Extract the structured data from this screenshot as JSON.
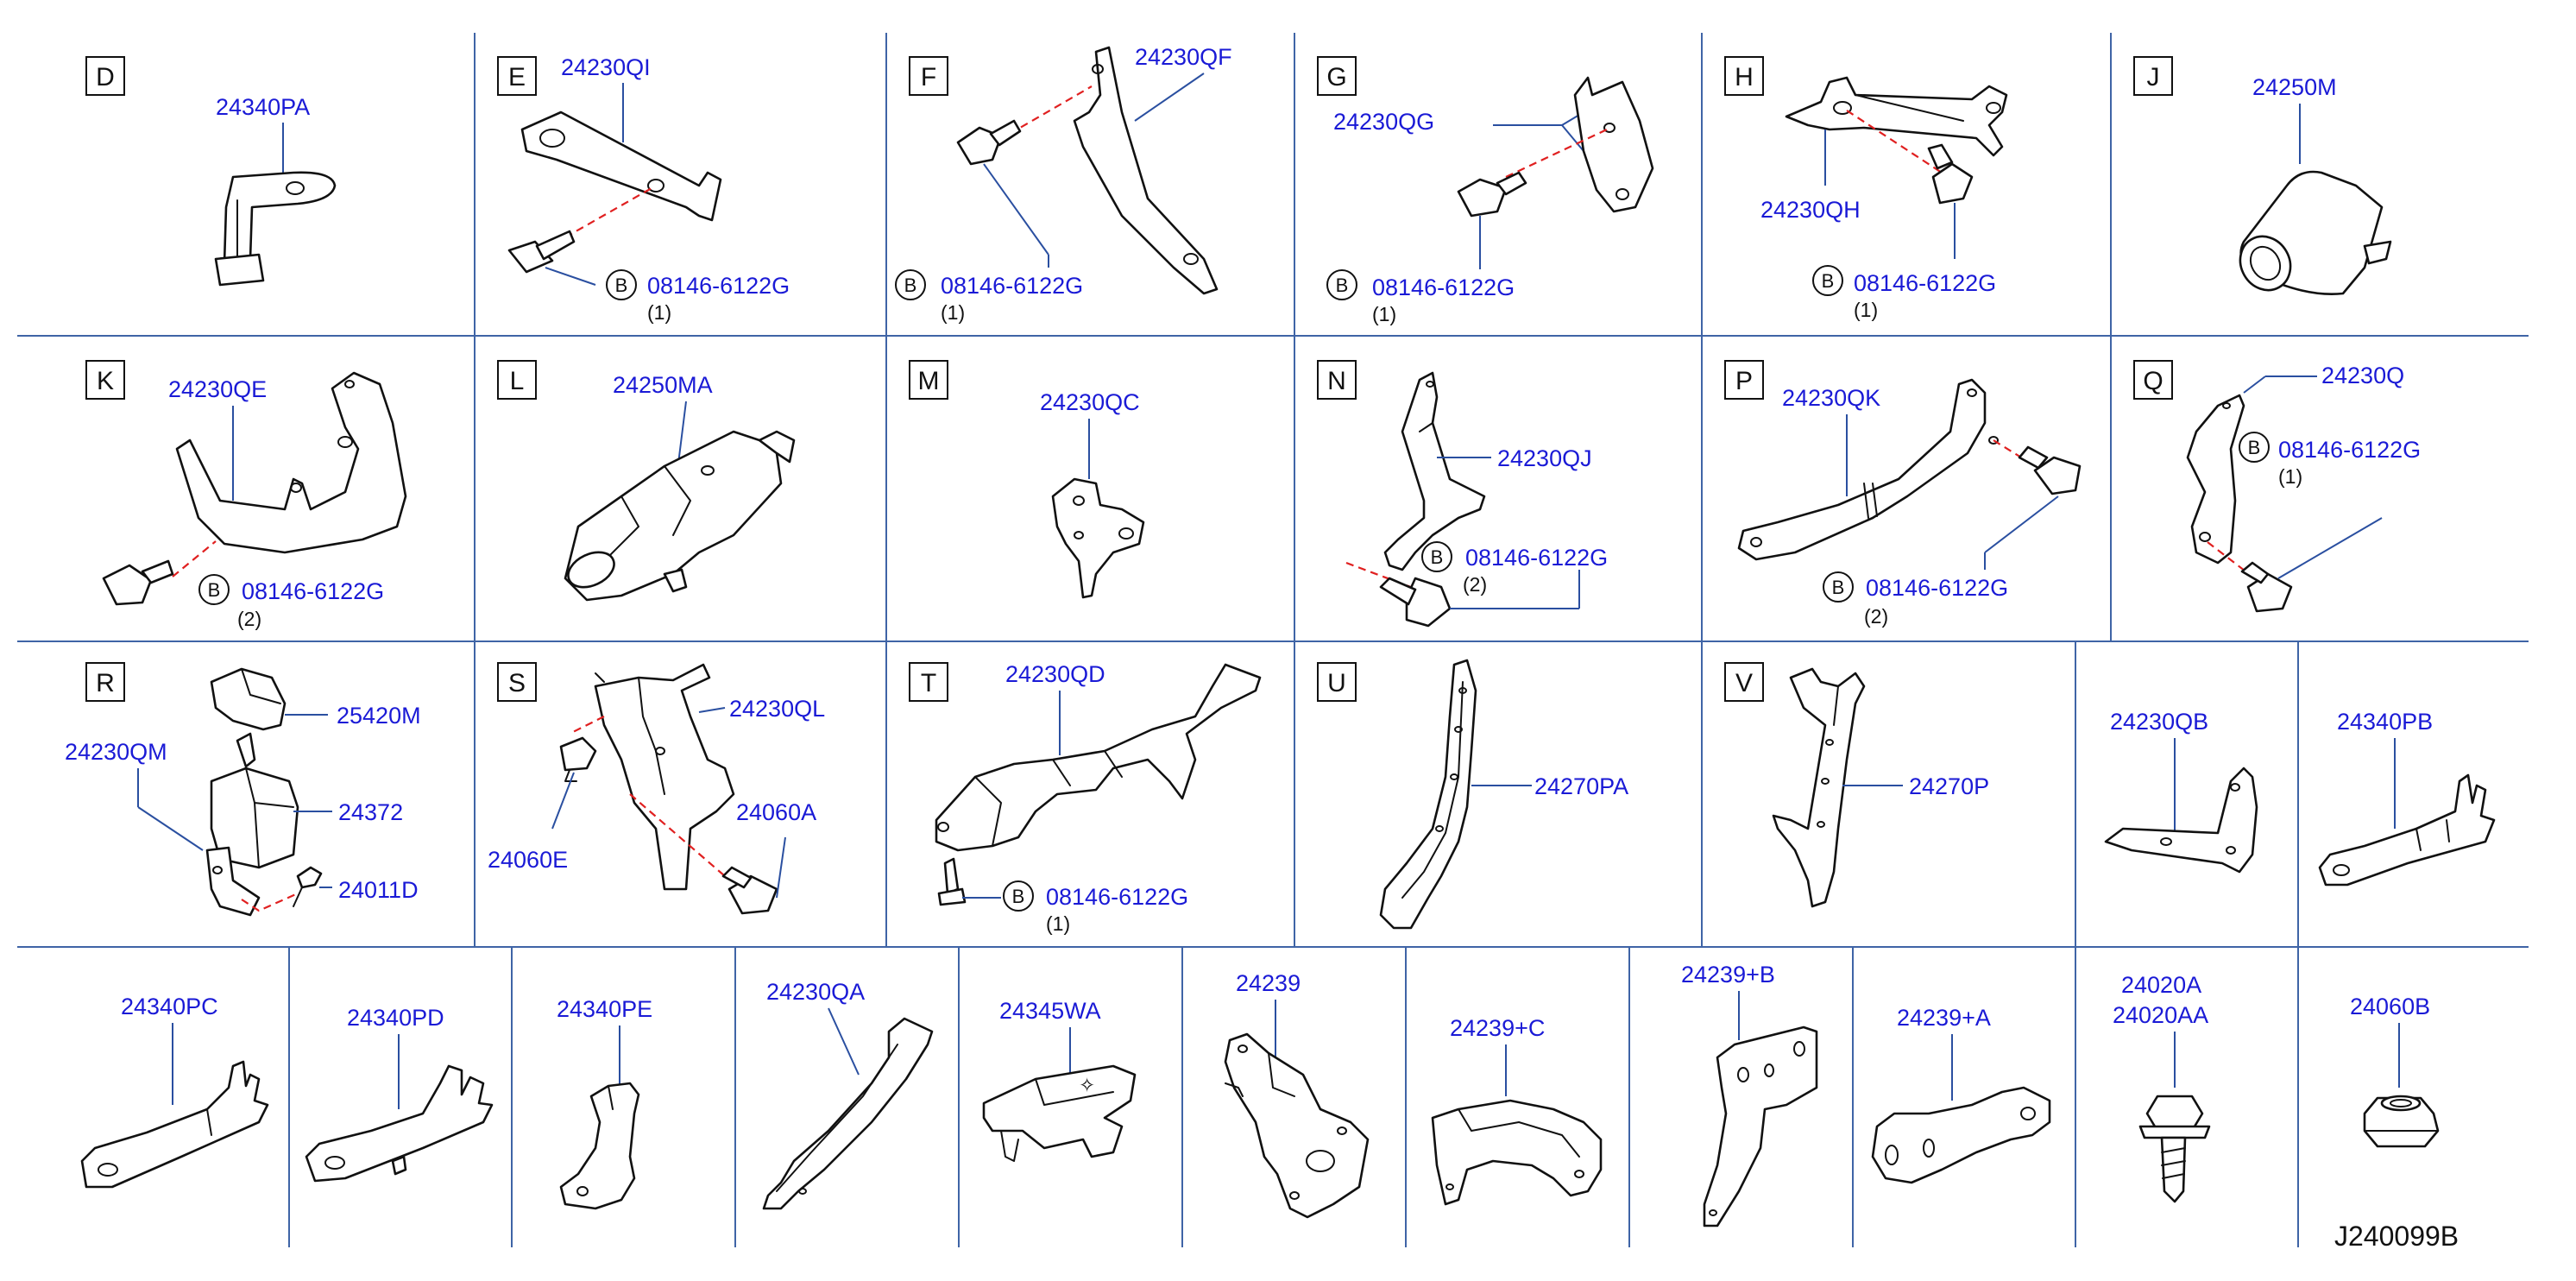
{
  "diagram_code": "J240099B",
  "bolt_symbol": "B",
  "panels": {
    "D": {
      "letter": "D",
      "parts": [
        "24340PA"
      ]
    },
    "E": {
      "letter": "E",
      "parts": [
        "24230QI",
        "08146-6122G"
      ],
      "qty": "(1)"
    },
    "F": {
      "letter": "F",
      "parts": [
        "24230QF",
        "08146-6122G"
      ],
      "qty": "(1)"
    },
    "G": {
      "letter": "G",
      "parts": [
        "24230QG",
        "08146-6122G"
      ],
      "qty": "(1)"
    },
    "H": {
      "letter": "H",
      "parts": [
        "24230QH",
        "08146-6122G"
      ],
      "qty": "(1)"
    },
    "J": {
      "letter": "J",
      "parts": [
        "24250M"
      ]
    },
    "K": {
      "letter": "K",
      "parts": [
        "24230QE",
        "08146-6122G"
      ],
      "qty": "(2)"
    },
    "L": {
      "letter": "L",
      "parts": [
        "24250MA"
      ]
    },
    "M": {
      "letter": "M",
      "parts": [
        "24230QC"
      ]
    },
    "N": {
      "letter": "N",
      "parts": [
        "24230QJ",
        "08146-6122G"
      ],
      "qty": "(2)"
    },
    "P": {
      "letter": "P",
      "parts": [
        "24230QK",
        "08146-6122G"
      ],
      "qty": "(2)"
    },
    "Q": {
      "letter": "Q",
      "parts": [
        "24230Q",
        "08146-6122G"
      ],
      "qty": "(1)"
    },
    "R": {
      "letter": "R",
      "parts": [
        "25420M",
        "24230QM",
        "24372",
        "24011D"
      ]
    },
    "S": {
      "letter": "S",
      "parts": [
        "24230QL",
        "24060A",
        "24060E"
      ]
    },
    "T": {
      "letter": "T",
      "parts": [
        "24230QD",
        "08146-6122G"
      ],
      "qty": "(1)"
    },
    "U": {
      "letter": "U",
      "parts": [
        "24270PA"
      ]
    },
    "V": {
      "letter": "V",
      "parts": [
        "24270P"
      ]
    },
    "row3_extra": [
      "24230QB",
      "24340PB"
    ],
    "row4": [
      "24340PC",
      "24340PD",
      "24340PE",
      "24230QA",
      "24345WA",
      "24239",
      "24239+C",
      "24239+B",
      "24239+A",
      "24020A",
      "24020AA",
      "24060B"
    ]
  }
}
